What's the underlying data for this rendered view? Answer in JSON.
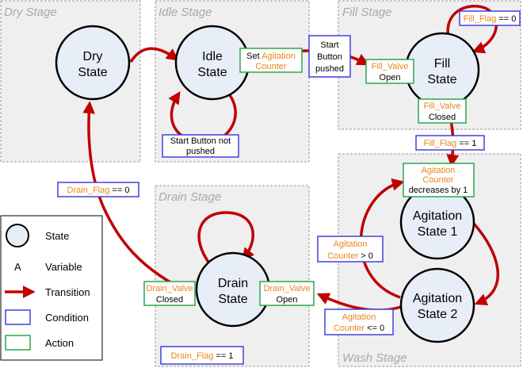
{
  "stages": {
    "dry": "Dry Stage",
    "idle": "Idle Stage",
    "fill": "Fill Stage",
    "drain": "Drain Stage",
    "wash": "Wash Stage"
  },
  "states": {
    "dry": [
      "Dry",
      "State"
    ],
    "idle": [
      "Idle",
      "State"
    ],
    "fill": [
      "Fill",
      "State"
    ],
    "drain": [
      "Drain",
      "State"
    ],
    "agitation1": [
      "Agitation",
      "State 1"
    ],
    "agitation2": [
      "Agitation",
      "State 2"
    ]
  },
  "actions": {
    "set_counter": {
      "prefix": "Set ",
      "var_line1": "Agitation",
      "var_line2": "Counter"
    },
    "fill_valve_open": {
      "var": "Fill_Valve",
      "value": "Open"
    },
    "fill_valve_closed": {
      "var": "Fill_Valve",
      "value": "Closed"
    },
    "counter_decreases": {
      "var_line1": "Agitation",
      "var_line2": "Counter",
      "text": "decreases by 1"
    },
    "drain_valve_closed": {
      "var": "Drain_Valve",
      "value": "Closed"
    },
    "drain_valve_open": {
      "var": "Drain_Valve",
      "value": "Open"
    }
  },
  "conditions": {
    "start_button_not_pushed": [
      "Start Button not",
      "pushed"
    ],
    "start_button_pushed": [
      "Start",
      "Button",
      "pushed"
    ],
    "fill_flag_eq_0": {
      "var": "Fill_Flag",
      "op": " == 0"
    },
    "fill_flag_eq_1": {
      "var": "Fill_Flag",
      "op": " == 1"
    },
    "counter_gt_0": {
      "var_line1": "Agitation",
      "var_line2": "Counter",
      "op": " > 0"
    },
    "counter_le_0": {
      "var_line1": "Agitation",
      "var_line2": "Counter",
      "op": " <= 0"
    },
    "drain_flag_eq_0": {
      "var": "Drain_Flag",
      "op": " == 0"
    },
    "drain_flag_eq_1": {
      "var": "Drain_Flag",
      "op": " == 1"
    }
  },
  "legend": {
    "state": "State",
    "variable_symbol": "A",
    "variable": "Variable",
    "transition": "Transition",
    "condition": "Condition",
    "action": "Action"
  },
  "colors": {
    "stage_fill": "#efefef",
    "state_fill": "#e8eef7",
    "arrow": "#c00000",
    "condition_border": "#4040e0",
    "action_border": "#2aa84a",
    "variable": "#e8861a",
    "stage_label": "#a9a9a9"
  }
}
